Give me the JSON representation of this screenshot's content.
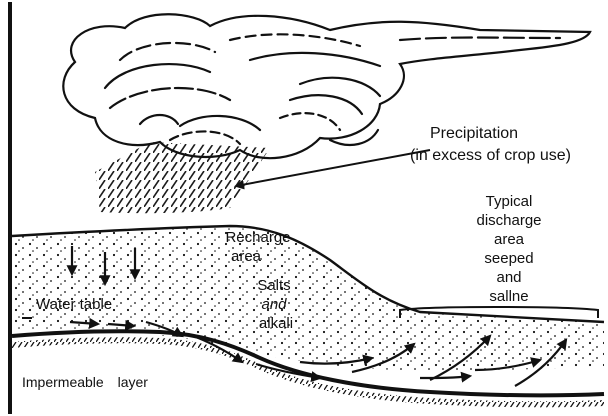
{
  "labels": {
    "precipitation_line1": "Precipitation",
    "precipitation_line2": "(in excess of crop use)",
    "typical": "Typical",
    "discharge": "discharge",
    "area_discharge": "area",
    "seeped": "seeped",
    "and_discharge": "and",
    "saline": "sallne",
    "recharge": "Recharge",
    "area_recharge": "area",
    "salts": "Salts",
    "and_salts": "and",
    "alkali": "alkali",
    "water_table": "Water table",
    "impermeable_layer": "Impermeable layer"
  },
  "colors": {
    "ink": "#111111",
    "paper": "#ffffff"
  }
}
